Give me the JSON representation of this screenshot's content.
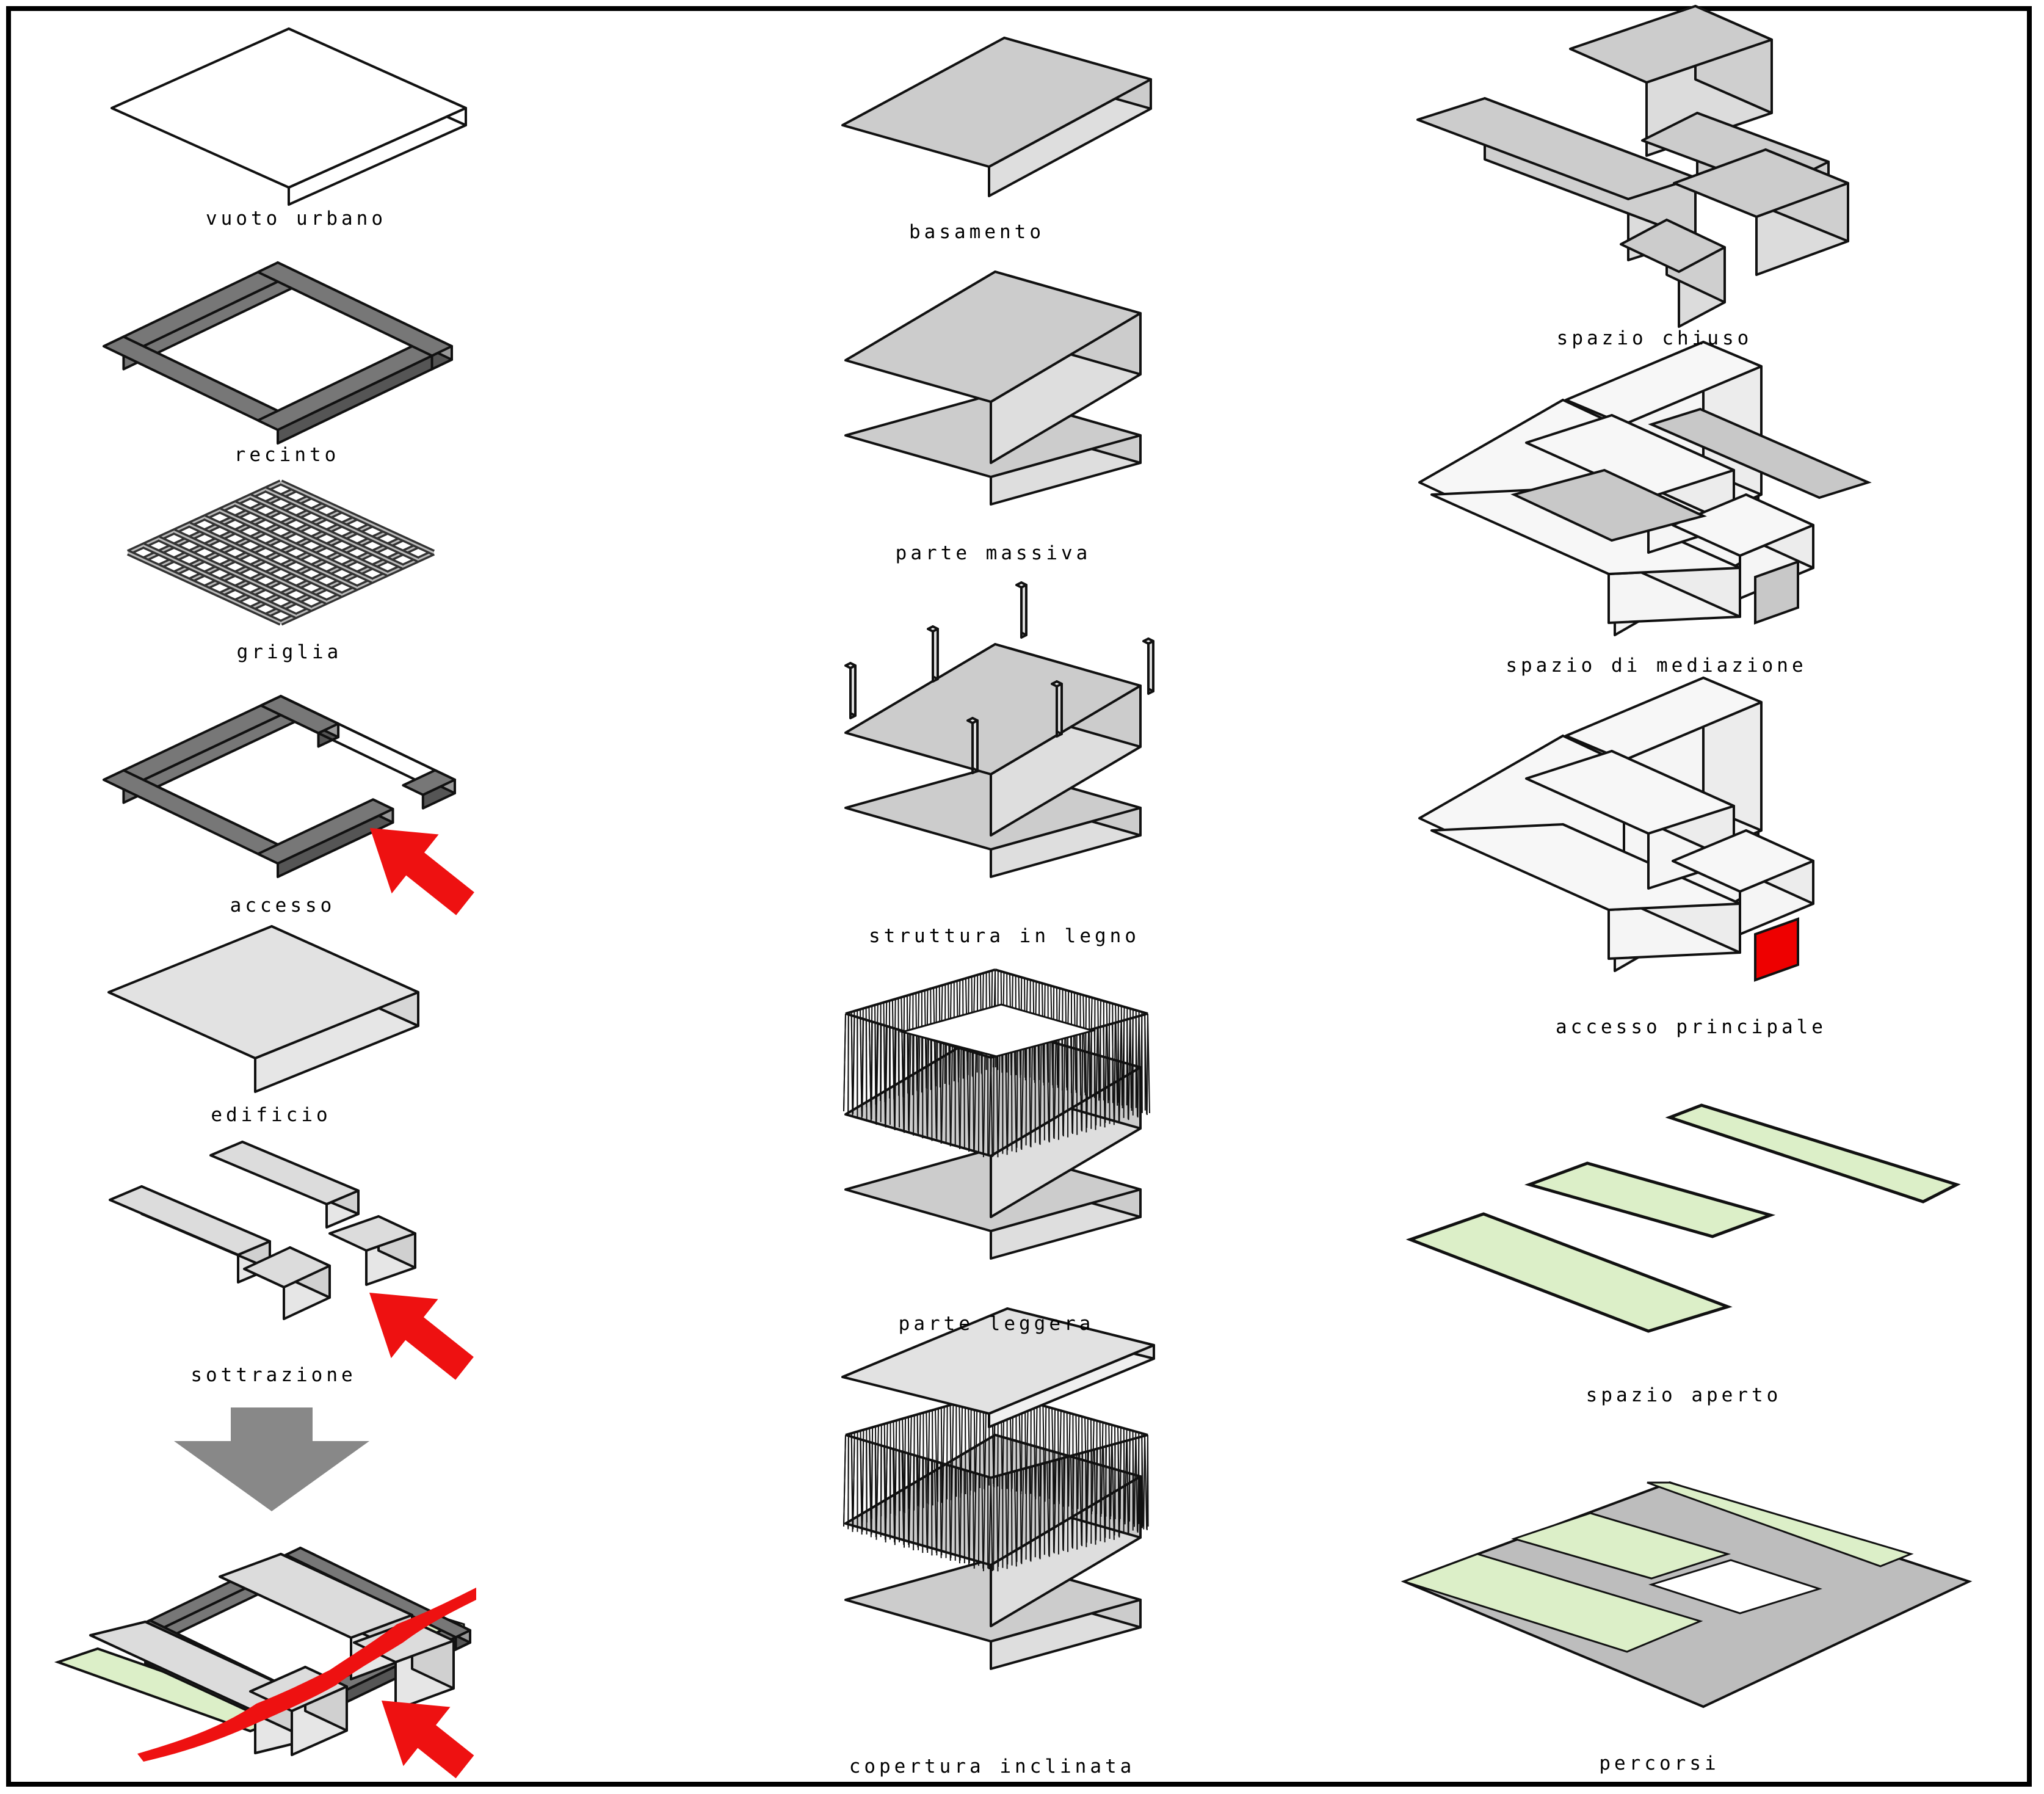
{
  "colors": {
    "outline": "#111111",
    "roof_grey": "#cccccc",
    "side_light": "#e6e6e6",
    "side_mid": "#d8d8d8",
    "wall_dark": "#777777",
    "wall_white": "#f7f7f7",
    "arrow_red": "#ee1111",
    "access_red": "#ee0000",
    "open_green": "#dcefc8",
    "path_grey": "#bdbdbd",
    "down_arrow": "#888888"
  },
  "columns": [
    {
      "id": "left",
      "items": [
        {
          "caption": "vuoto urbano",
          "icon": "thin-slab-icon"
        },
        {
          "caption": "recinto",
          "icon": "square-frame-icon"
        },
        {
          "caption": "griglia",
          "icon": "woven-grid-icon"
        },
        {
          "caption": "accesso",
          "icon": "open-frame-icon"
        },
        {
          "caption": "edificio",
          "icon": "solid-block-icon"
        },
        {
          "caption": "sottrazione",
          "icon": "subtracted-blocks-icon"
        }
      ]
    },
    {
      "id": "middle",
      "items": [
        {
          "caption": "basamento",
          "icon": "base-slab-icon"
        },
        {
          "caption": "parte massiva",
          "icon": "massive-block-icon"
        },
        {
          "caption": "struttura in legno",
          "icon": "timber-columns-icon"
        },
        {
          "caption": "parte leggera",
          "icon": "light-screen-icon"
        },
        {
          "caption": "copertura inclinata",
          "icon": "sloped-roof-icon"
        }
      ]
    },
    {
      "id": "right",
      "items": [
        {
          "caption": "spazio chiuso",
          "icon": "closed-volumes-icon"
        },
        {
          "caption": "spazio di mediazione",
          "icon": "mediation-volumes-icon"
        },
        {
          "caption": "accesso principale",
          "icon": "main-entrance-icon"
        },
        {
          "caption": "spazio aperto",
          "icon": "open-strips-icon"
        },
        {
          "caption": "percorsi",
          "icon": "paths-icon"
        }
      ]
    }
  ],
  "summary": {
    "icon": "composite-site-icon",
    "arrow_icon": "down-arrow-icon"
  }
}
